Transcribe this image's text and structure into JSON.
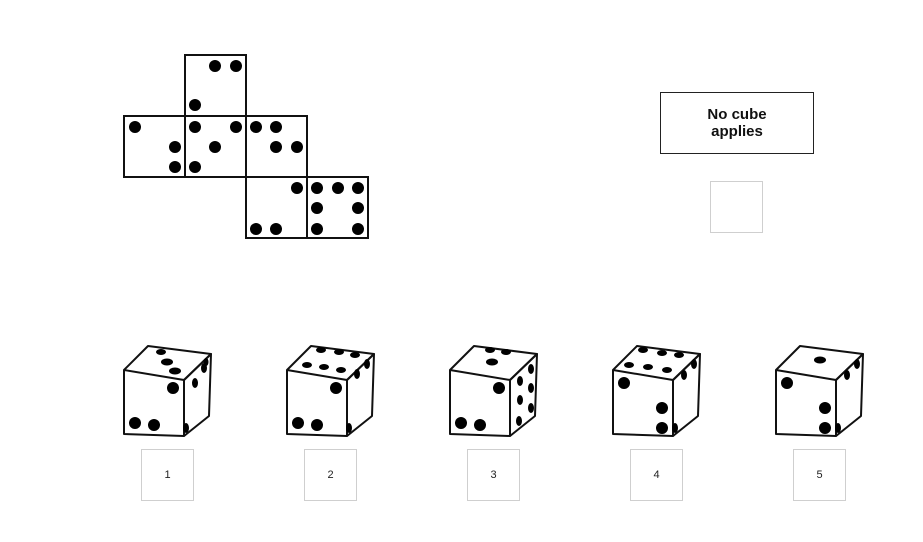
{
  "puzzle": {
    "no_cube_option": {
      "label": "No cube applies"
    },
    "options": [
      {
        "label": "1"
      },
      {
        "label": "2"
      },
      {
        "label": "3"
      },
      {
        "label": "4"
      },
      {
        "label": "5"
      }
    ]
  },
  "colors": {
    "ink": "#111111",
    "box_border": "#cfcfcf"
  }
}
